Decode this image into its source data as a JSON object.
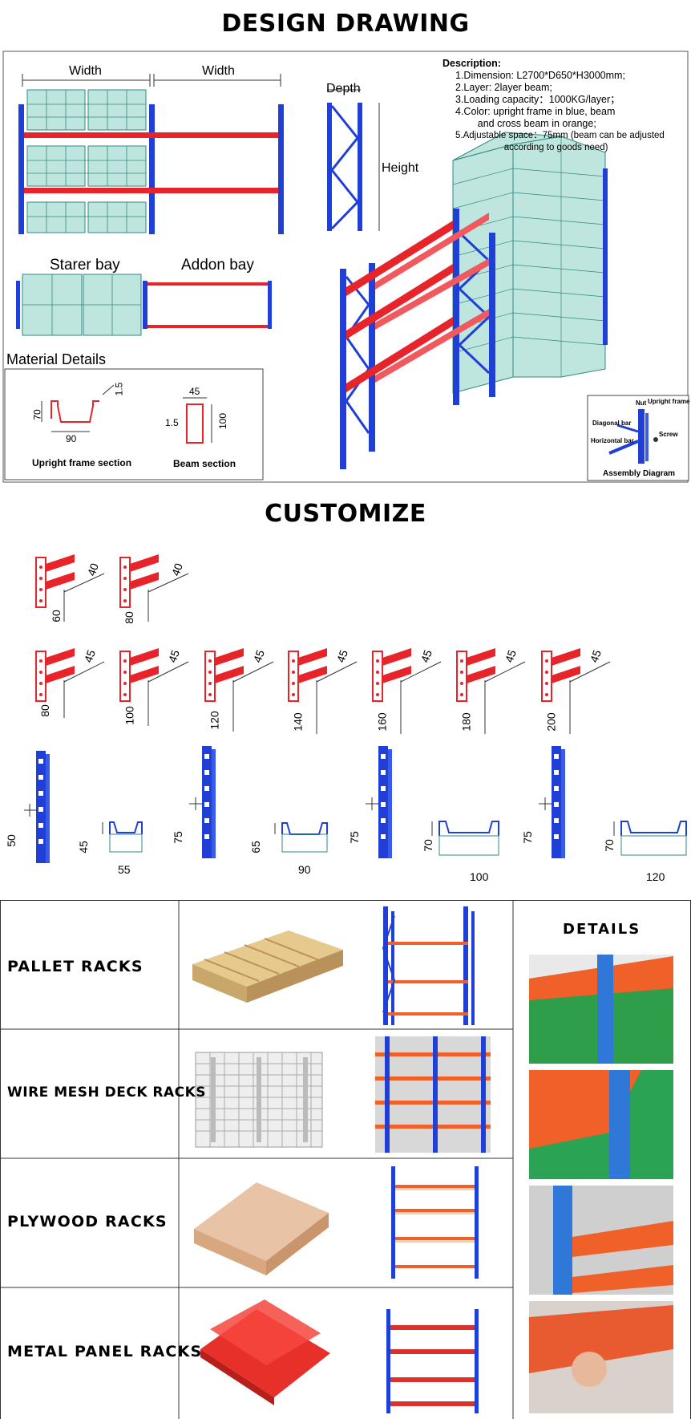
{
  "design": {
    "title": "DESIGN DRAWING",
    "width_label_1": "Width",
    "width_label_2": "Width",
    "depth_label": "Depth",
    "height_label": "Height",
    "starter_bay": "Starer bay",
    "addon_bay": "Addon bay",
    "material_details": "Material Details",
    "description": {
      "heading": "Description:",
      "lines": [
        "1.Dimension: L2700*D650*H3000mm;",
        "2.Layer: 2layer beam;",
        "3.Loading capacity：1000KG/layer；",
        "4.Color: upright frame in blue, beam",
        "        and cross beam in orange;",
        "5.Adjustable space：75mm (beam can be adjusted",
        "                   according to goods need)"
      ]
    },
    "upright_section": {
      "label": "Upright frame section",
      "dim_height": "70",
      "dim_width": "90",
      "dim_thick": "1.5"
    },
    "beam_section": {
      "label": "Beam section",
      "dim_width": "45",
      "dim_height": "100",
      "dim_thick": "1.5"
    },
    "assembly": {
      "label": "Assembly Diagram",
      "parts": [
        "Nut",
        "Upright frame",
        "Diagonal bar",
        "Screw",
        "Horizontal bar"
      ]
    }
  },
  "customize": {
    "title": "CUSTOMIZE",
    "beams_row1": [
      {
        "width": "40",
        "height": "60"
      },
      {
        "width": "40",
        "height": "80"
      }
    ],
    "beams_row2": [
      {
        "width": "45",
        "height": "80"
      },
      {
        "width": "45",
        "height": "100"
      },
      {
        "width": "45",
        "height": "120"
      },
      {
        "width": "45",
        "height": "140"
      },
      {
        "width": "45",
        "height": "160"
      },
      {
        "width": "45",
        "height": "180"
      },
      {
        "width": "45",
        "height": "200"
      }
    ],
    "uprights": [
      {
        "face": "50",
        "depth": "45",
        "width": "55"
      },
      {
        "face": "75",
        "depth": "65",
        "width": "90"
      },
      {
        "face": "75",
        "depth": "70",
        "width": "100"
      },
      {
        "face": "75",
        "depth": "70",
        "width": "120"
      }
    ]
  },
  "racks": {
    "categories": [
      {
        "label": "PALLET RACKS"
      },
      {
        "label": "WIRE MESH DECK RACKS"
      },
      {
        "label": "PLYWOOD RACKS"
      },
      {
        "label": "METAL PANEL RACKS"
      }
    ],
    "details_title": "DETAILS"
  },
  "colors": {
    "upright_blue": "#1f3fd6",
    "beam_red": "#e8242b",
    "carton_green": "#9fd6cc",
    "orange": "#f0612a"
  }
}
